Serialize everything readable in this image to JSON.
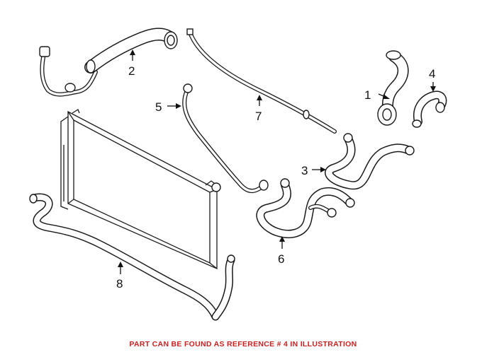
{
  "callouts": [
    {
      "id": "1",
      "label": "1"
    },
    {
      "id": "2",
      "label": "2"
    },
    {
      "id": "3",
      "label": "3"
    },
    {
      "id": "4",
      "label": "4"
    },
    {
      "id": "5",
      "label": "5"
    },
    {
      "id": "6",
      "label": "6"
    },
    {
      "id": "7",
      "label": "7"
    },
    {
      "id": "8",
      "label": "8"
    }
  ],
  "footer_note": "PART CAN BE FOUND AS REFERENCE # 4 IN ILLUSTRATION",
  "colors": {
    "footer_text": "#cc2020",
    "line_art": "#1a1a1a",
    "background": "#ffffff"
  }
}
